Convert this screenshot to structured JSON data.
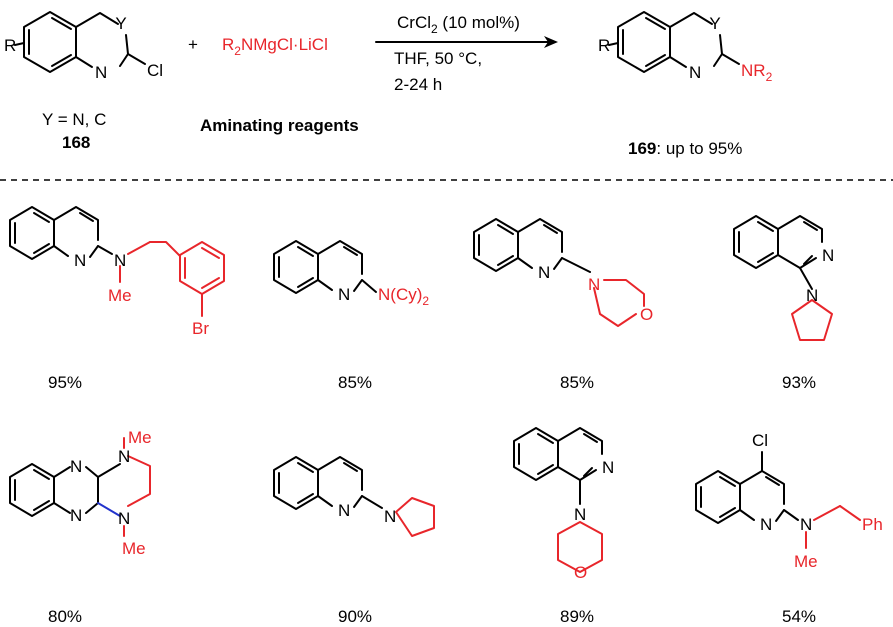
{
  "colors": {
    "reagent": "#e8262b",
    "new_bond": "#2233cc",
    "text": "#000000"
  },
  "reaction": {
    "substrate": {
      "R": "R",
      "Y": "Y",
      "N": "N",
      "Cl": "Cl",
      "Y_def": "Y = N, C",
      "number": "168"
    },
    "plus": "+",
    "reagent": {
      "formula_a": "R",
      "formula_sub": "2",
      "formula_b": "NMgCl·LiCl",
      "caption": "Aminating reagents"
    },
    "conditions": {
      "catalyst_a": "CrCl",
      "catalyst_sub": "2",
      "catalyst_b": " (10 mol%)",
      "line2": "THF, 50 °C,",
      "line3": "2-24 h"
    },
    "product": {
      "R": "R",
      "Y": "Y",
      "N": "N",
      "NR": "NR",
      "NR_sub": "2",
      "number": "169",
      "yield_text": ": up to 95%"
    }
  },
  "examples": [
    {
      "yield": "95%",
      "labels": {
        "ring_n": "N",
        "amine_n": "N",
        "methyl": "Me",
        "bromo": "Br"
      }
    },
    {
      "yield": "85%",
      "labels": {
        "ring_n": "N",
        "amine": "N(Cy)",
        "amine_sub": "2"
      }
    },
    {
      "yield": "85%",
      "labels": {
        "ring_n": "N",
        "amine_n": "N",
        "oxygen": "O"
      }
    },
    {
      "yield": "93%",
      "labels": {
        "ring_n": "N",
        "amine_n": "N"
      }
    },
    {
      "yield": "80%",
      "labels": {
        "ring_n1": "N",
        "ring_n2": "N",
        "amine_n1": "N",
        "amine_n2": "N",
        "methyl1": "Me",
        "methyl2": "Me"
      }
    },
    {
      "yield": "90%",
      "labels": {
        "ring_n": "N",
        "amine_n": "N"
      }
    },
    {
      "yield": "89%",
      "labels": {
        "ring_n": "N",
        "amine_n": "N",
        "oxygen": "O"
      }
    },
    {
      "yield": "54%",
      "labels": {
        "ring_n": "N",
        "amine_n": "N",
        "methyl": "Me",
        "chloro": "Cl",
        "phenyl": "Ph"
      }
    }
  ]
}
